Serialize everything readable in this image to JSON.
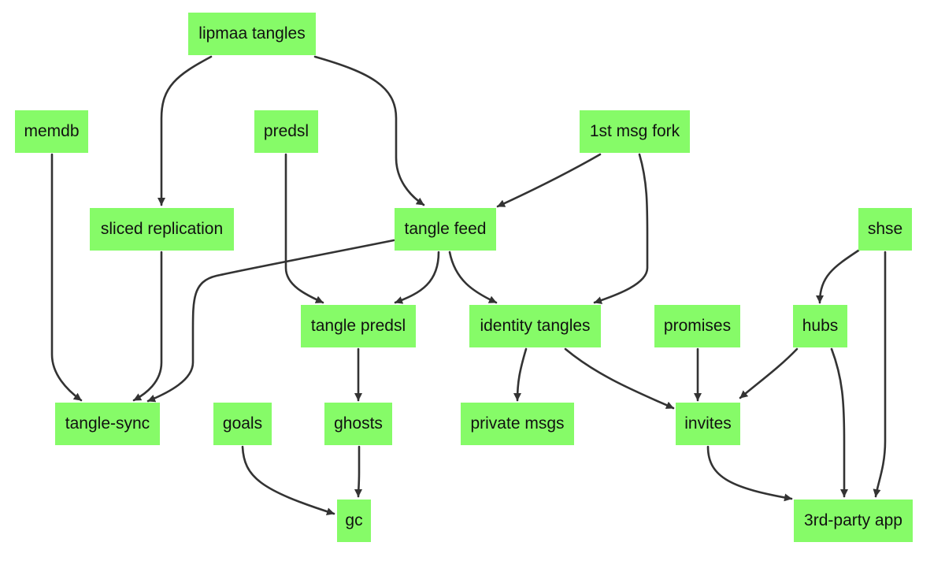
{
  "nodes": {
    "lipmaa_tangles": "lipmaa tangles",
    "memdb": "memdb",
    "predsl": "predsl",
    "first_msg_fork": "1st msg fork",
    "sliced_replication": "sliced replication",
    "tangle_feed": "tangle feed",
    "shse": "shse",
    "tangle_predsl": "tangle predsl",
    "identity_tangles": "identity tangles",
    "promises": "promises",
    "hubs": "hubs",
    "tangle_sync": "tangle-sync",
    "goals": "goals",
    "ghosts": "ghosts",
    "private_msgs": "private msgs",
    "invites": "invites",
    "gc": "gc",
    "third_party_app": "3rd-party app"
  },
  "edges": [
    {
      "from": "lipmaa_tangles",
      "to": "sliced_replication"
    },
    {
      "from": "lipmaa_tangles",
      "to": "tangle_feed"
    },
    {
      "from": "memdb",
      "to": "tangle_sync"
    },
    {
      "from": "predsl",
      "to": "tangle_predsl"
    },
    {
      "from": "first_msg_fork",
      "to": "tangle_feed"
    },
    {
      "from": "first_msg_fork",
      "to": "identity_tangles"
    },
    {
      "from": "sliced_replication",
      "to": "tangle_sync"
    },
    {
      "from": "tangle_feed",
      "to": "tangle_sync"
    },
    {
      "from": "tangle_feed",
      "to": "tangle_predsl"
    },
    {
      "from": "tangle_feed",
      "to": "identity_tangles"
    },
    {
      "from": "shse",
      "to": "hubs"
    },
    {
      "from": "shse",
      "to": "third_party_app"
    },
    {
      "from": "tangle_predsl",
      "to": "ghosts"
    },
    {
      "from": "identity_tangles",
      "to": "private_msgs"
    },
    {
      "from": "identity_tangles",
      "to": "invites"
    },
    {
      "from": "promises",
      "to": "invites"
    },
    {
      "from": "hubs",
      "to": "invites"
    },
    {
      "from": "hubs",
      "to": "third_party_app"
    },
    {
      "from": "goals",
      "to": "gc"
    },
    {
      "from": "ghosts",
      "to": "gc"
    },
    {
      "from": "invites",
      "to": "third_party_app"
    }
  ],
  "colors": {
    "node_fill": "#86fb68",
    "edge_stroke": "#333333",
    "text": "#111111"
  }
}
